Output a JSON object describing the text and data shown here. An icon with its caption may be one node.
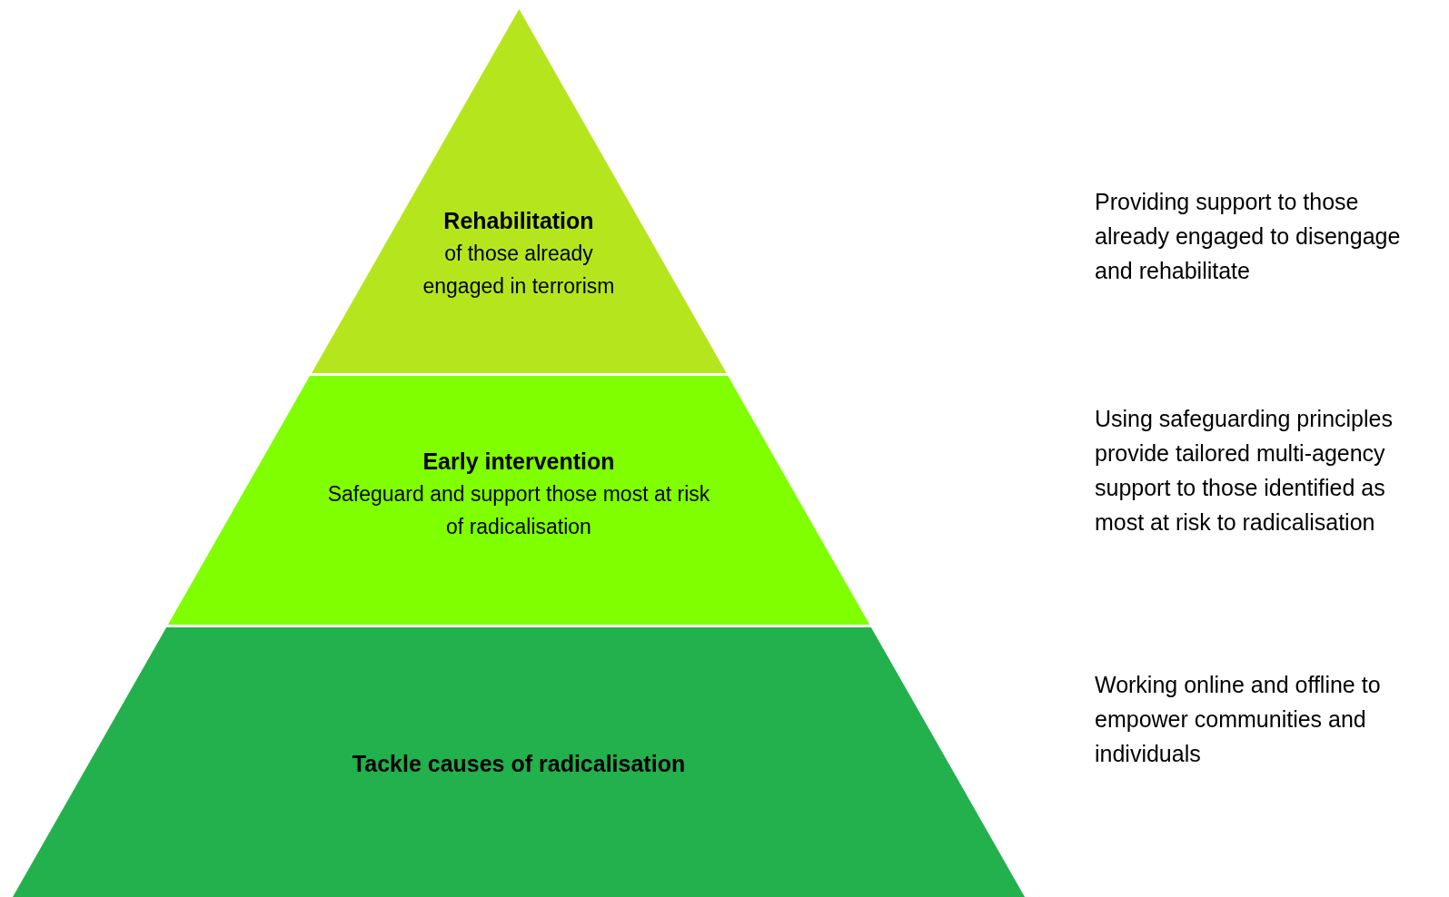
{
  "diagram": {
    "nodes": [
      {
        "text": [
          "Rehabilitation",
          "of those already engaged in terrorism"
        ]
      },
      {
        "text": [
          "Early intervention",
          "Safeguard and support those most at risk of radicalisation"
        ]
      },
      {
        "text": [
          "Tackle causes of radicalisation"
        ]
      }
    ],
    "labels": [
      "Providing support to those already engaged to disengage and rehabilitate",
      "Using safeguarding principles provide tailored multi-agency support to those identified as most at risk to radicalisation",
      "Working online and offline to empower communities and individuals"
    ]
  }
}
